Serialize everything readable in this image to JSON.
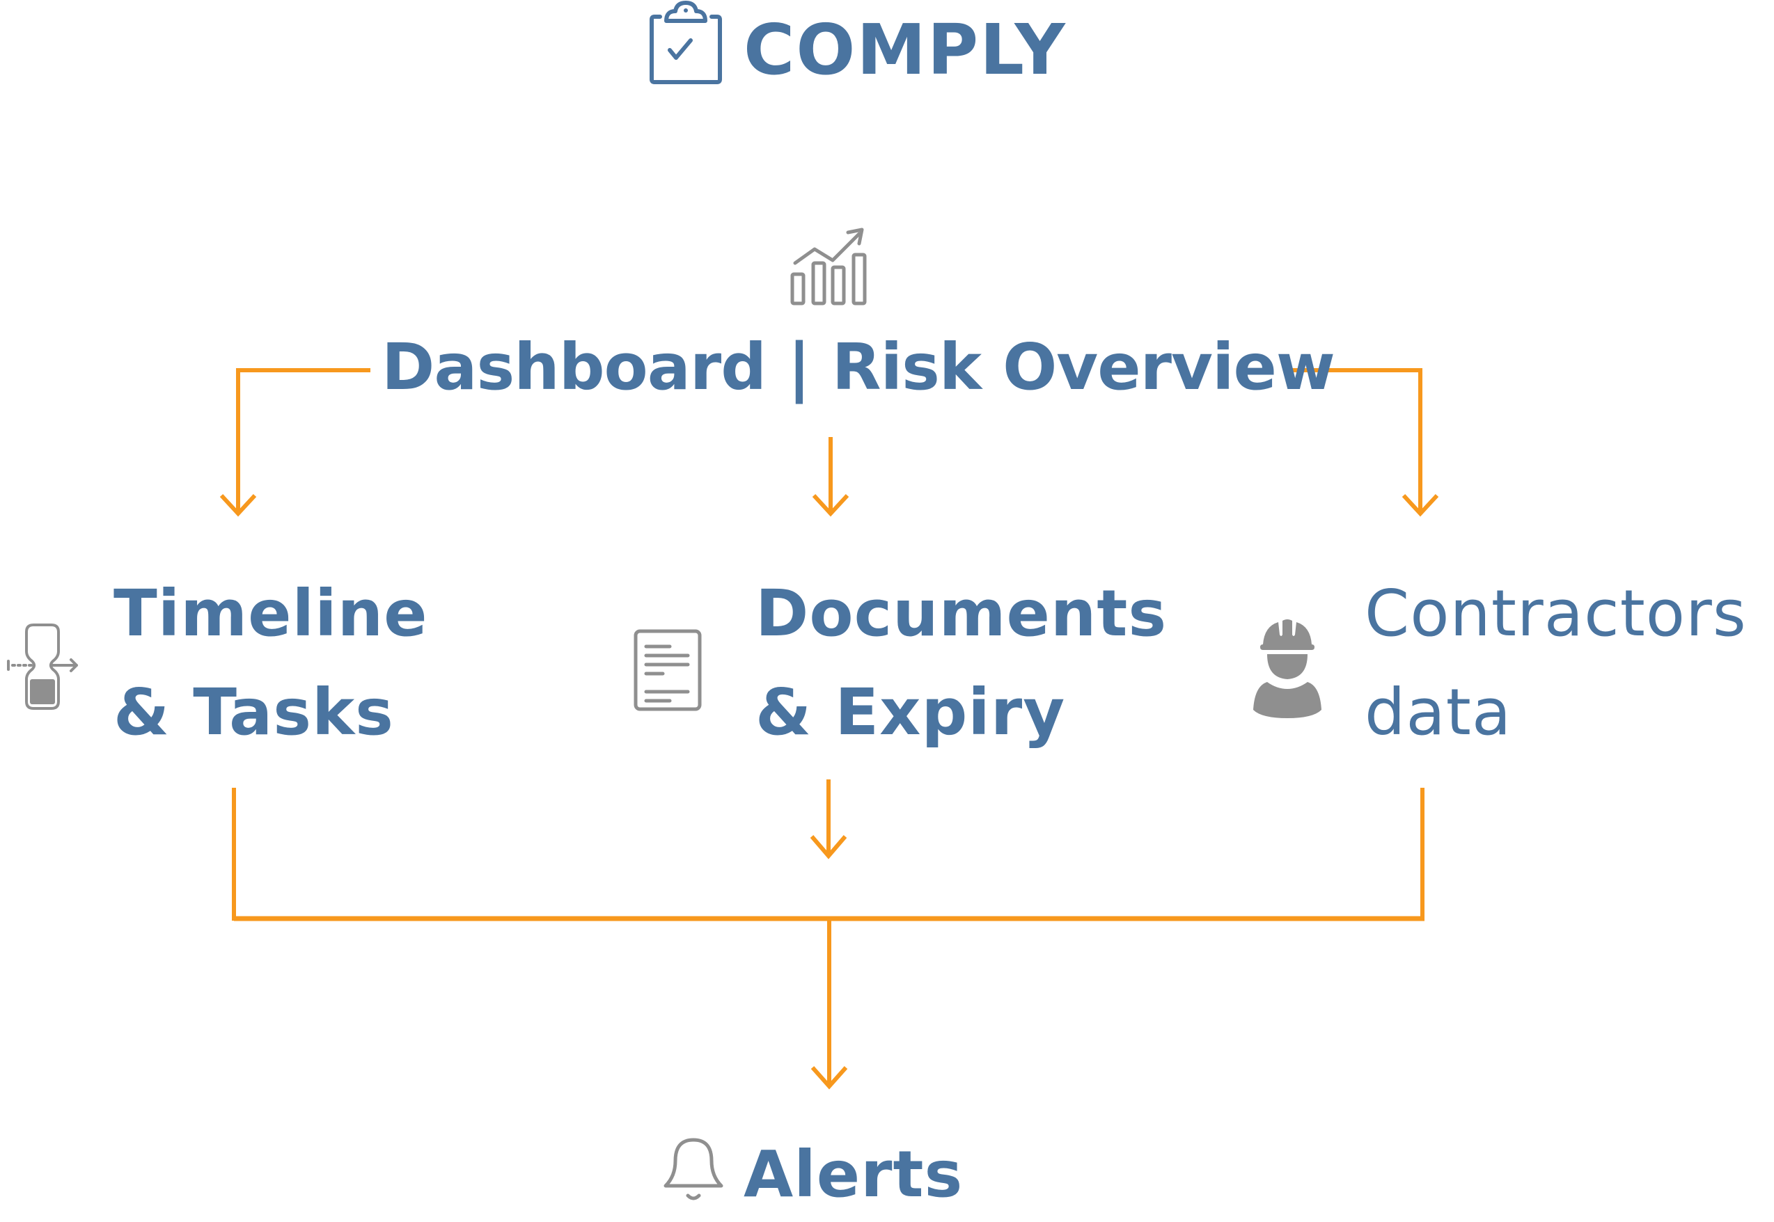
{
  "header": {
    "title": "COMPLY",
    "icon": "clipboard-check-icon"
  },
  "hub": {
    "label": "Dashboard | Risk Overview",
    "icon": "chart-growth-icon"
  },
  "nodes": [
    {
      "line1": "Timeline",
      "line2": "& Tasks",
      "icon": "hourglass-timeline-icon"
    },
    {
      "line1": "Documents",
      "line2": "& Expiry",
      "icon": "document-icon"
    },
    {
      "line1": "Contractors",
      "line2": "data",
      "icon": "construction-worker-icon"
    }
  ],
  "output": {
    "label": "Alerts",
    "icon": "bell-icon"
  },
  "colors": {
    "text": "#4a74a0",
    "icon": "#8f8f8f",
    "connector": "#f7981d"
  }
}
